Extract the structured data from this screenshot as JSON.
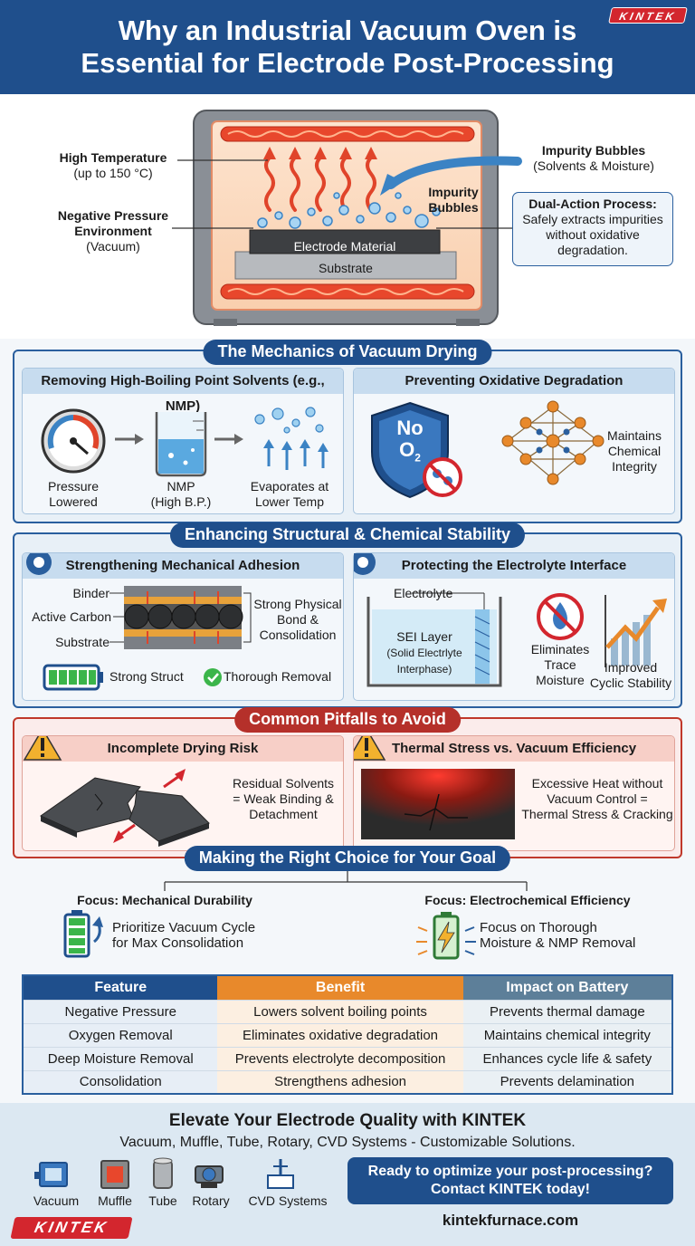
{
  "brand": {
    "logo_text": "KINTEK",
    "color": "#d3262e"
  },
  "header": {
    "title_line1": "Why an Industrial Vacuum Oven is",
    "title_line2": "Essential for Electrode Post-Processing"
  },
  "oven": {
    "high_temp_title": "High Temperature",
    "high_temp_sub": "(up to 150 °C)",
    "neg_pressure_title": "Negative Pressure",
    "neg_pressure_title2": "Environment",
    "neg_pressure_sub": "(Vacuum)",
    "impurity_title": "Impurity Bubbles",
    "impurity_sub": "(Solvents & Moisture)",
    "impurity_inner_1": "Impurity",
    "impurity_inner_2": "Bubbles",
    "electrode_label": "Electrode Material",
    "substrate_label": "Substrate",
    "dual_title": "Dual-Action Process:",
    "dual_l1": "Safely extracts impurities",
    "dual_l2": "without oxidative",
    "dual_l3": "degradation."
  },
  "mechanics": {
    "title": "The Mechanics of Vacuum Drying",
    "left_head": "Removing High-Boiling Point Solvents (e.g., NMP)",
    "gauge_l1": "Pressure",
    "gauge_l2": "Lowered",
    "nmp_l1": "NMP",
    "nmp_l2": "(High B.P.)",
    "evap_l1": "Evaporates at",
    "evap_l2": "Lower Temp",
    "right_head": "Preventing Oxidative Degradation",
    "shield_text": "No",
    "shield_o2": "O",
    "shield_sub": "2",
    "integ_l1": "Maintains",
    "integ_l2": "Chemical",
    "integ_l3": "Integrity"
  },
  "stability": {
    "title": "Enhancing Structural & Chemical Stability",
    "left_head": "Strengthening Mechanical Adhesion",
    "binder": "Binder",
    "active_carbon": "Active Carbon",
    "substrate": "Substrate",
    "bond_l1": "Strong Physical",
    "bond_l2": "Bond &",
    "bond_l3": "Consolidation",
    "strong_struct": "Strong Struct",
    "thorough_removal": "Thorough Removal",
    "right_head": "Protecting the Electrolyte Interface",
    "electrolyte": "Electrolyte",
    "sei_l1": "SEI Layer",
    "sei_l2": "(Solid Electrlyte",
    "sei_l3": "Interphase)",
    "elim_l1": "Eliminates",
    "elim_l2": "Trace",
    "elim_l3": "Moisture",
    "impr_l1": "Improved",
    "impr_l2": "Cyclic Stability"
  },
  "pitfalls": {
    "title": "Common Pitfalls to Avoid",
    "left_head": "Incomplete Drying Risk",
    "left_l1": "Residual Solvents",
    "left_l2": "= Weak Binding &",
    "left_l3": "Detachment",
    "right_head": "Thermal Stress vs. Vacuum Efficiency",
    "right_l1": "Excessive Heat without",
    "right_l2": "Vacuum Control =",
    "right_l3": "Thermal Stress & Cracking"
  },
  "goal": {
    "title": "Making the Right Choice for Your Goal",
    "left_focus": "Focus: Mechanical Durability",
    "left_l1": "Prioritize Vacuum Cycle",
    "left_l2": "for Max Consolidation",
    "right_focus": "Focus: Electrochemical Efficiency",
    "right_l1": "Focus on Thorough",
    "right_l2": "Moisture & NMP Removal"
  },
  "table": {
    "headers": [
      "Feature",
      "Benefit",
      "Impact on Battery"
    ],
    "header_colors": [
      "#1f4f8c",
      "#e8892b",
      "#5d7f99"
    ],
    "rows": [
      [
        "Negative Pressure",
        "Lowers solvent boiling points",
        "Prevents thermal damage"
      ],
      [
        "Oxygen Removal",
        "Eliminates oxidative degradation",
        "Maintains chemical integrity"
      ],
      [
        "Deep Moisture Removal",
        "Prevents electrolyte decomposition",
        "Enhances cycle life & safety"
      ],
      [
        "Consolidation",
        "Strengthens adhesion",
        "Prevents delamination"
      ]
    ]
  },
  "footer": {
    "headline": "Elevate Your Electrode Quality with KINTEK",
    "sub": "Vacuum, Muffle, Tube, Rotary, CVD Systems - Customizable Solutions.",
    "products": [
      "Vacuum",
      "Muffle",
      "Tube",
      "Rotary",
      "CVD Systems"
    ],
    "cta_l1": "Ready to optimize your post-processing?",
    "cta_l2": "Contact KINTEK today!",
    "url": "kintekfurnace.com"
  }
}
